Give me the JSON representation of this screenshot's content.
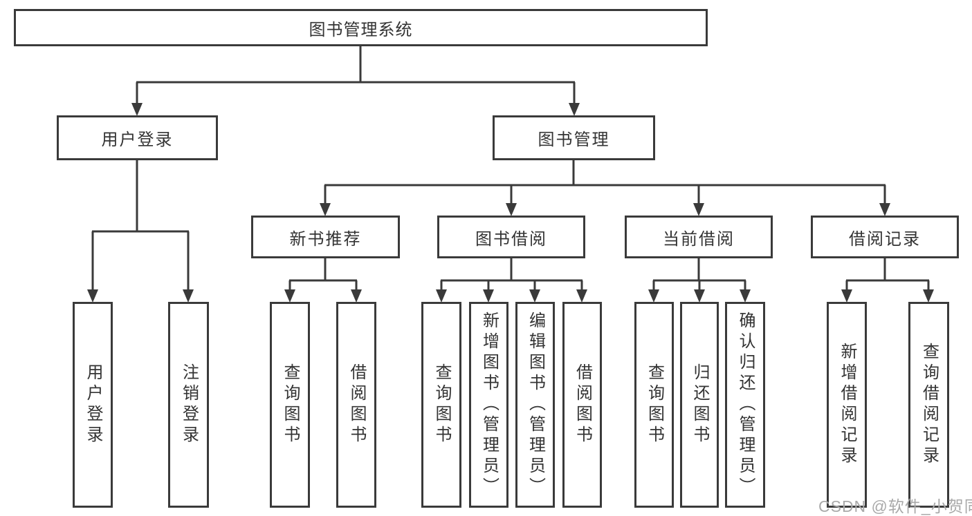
{
  "diagram": {
    "type": "org-chart",
    "root": {
      "label": "图书管理系统"
    },
    "branches": [
      {
        "label": "用户登录",
        "children": [
          {
            "label": "用户登录"
          },
          {
            "label": "注销登录"
          }
        ]
      },
      {
        "label": "图书管理",
        "children": [
          {
            "label": "新书推荐",
            "children": [
              {
                "label": "查询图书"
              },
              {
                "label": "借阅图书"
              }
            ]
          },
          {
            "label": "图书借阅",
            "children": [
              {
                "label": "查询图书"
              },
              {
                "label": "新增图书（管理员）"
              },
              {
                "label": "编辑图书（管理员）"
              },
              {
                "label": "借阅图书"
              }
            ]
          },
          {
            "label": "当前借阅",
            "children": [
              {
                "label": "查询图书"
              },
              {
                "label": "归还图书"
              },
              {
                "label": "确认归还（管理员）"
              }
            ]
          },
          {
            "label": "借阅记录",
            "children": [
              {
                "label": "新增借阅记录"
              },
              {
                "label": "查询借阅记录"
              }
            ]
          }
        ]
      }
    ]
  },
  "watermark": {
    "text": "CSDN @软件_小贺同学"
  },
  "colors": {
    "line": "#3a3a3a",
    "text": "#333333",
    "watermark": "#a9a9a9",
    "background": "#ffffff"
  }
}
